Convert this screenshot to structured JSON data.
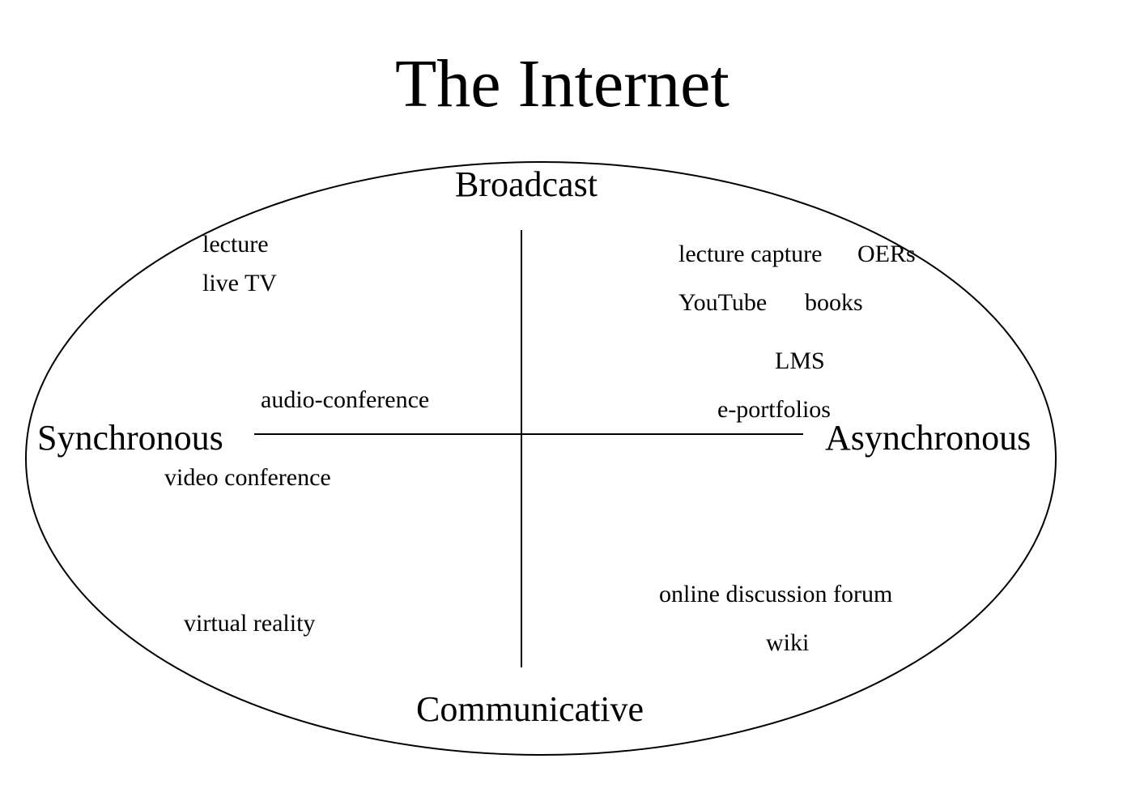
{
  "title": "The Internet",
  "axes": {
    "top": "Broadcast",
    "bottom": "Communicative",
    "left": "Synchronous",
    "right": "Asynchronous"
  },
  "items": {
    "lecture": "lecture",
    "live_tv": "live TV",
    "audio_conference": "audio-conference",
    "video_conference": "video conference",
    "virtual_reality": "virtual reality",
    "lecture_capture": "lecture capture",
    "oers": "OERs",
    "youtube": "YouTube",
    "books": "books",
    "lms": "LMS",
    "e_portfolios": "e-portfolios",
    "online_discussion_forum": "online discussion forum",
    "wiki": "wiki"
  },
  "colors": {
    "stroke": "#000000",
    "text": "#000000",
    "background": "#ffffff"
  }
}
